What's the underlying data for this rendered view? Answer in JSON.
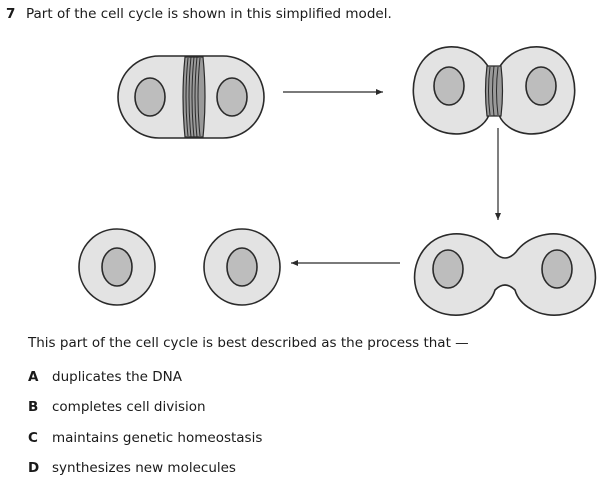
{
  "question": {
    "number": "7",
    "stem": "Part of the cell cycle is shown in this simplified model.",
    "prompt": "This part of the cell cycle is best described as the process that —"
  },
  "choices": [
    {
      "letter": "A",
      "text": "duplicates the DNA"
    },
    {
      "letter": "B",
      "text": "completes cell division"
    },
    {
      "letter": "C",
      "text": "maintains genetic homeostasis"
    },
    {
      "letter": "D",
      "text": "synthesizes new molecules"
    }
  ],
  "colors": {
    "cell_fill": "#e3e3e3",
    "nucleus_fill": "#bdbdbd",
    "furrow_fill": "#9a9a9a",
    "outline": "#2a2a2a"
  }
}
